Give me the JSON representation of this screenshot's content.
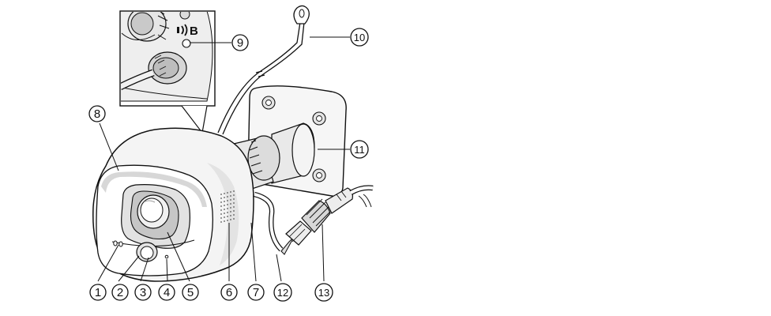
{
  "diagram": {
    "inset_badge_text": "B",
    "callouts": [
      {
        "id": "1",
        "label": "1"
      },
      {
        "id": "2",
        "label": "2"
      },
      {
        "id": "3",
        "label": "3"
      },
      {
        "id": "4",
        "label": "4"
      },
      {
        "id": "5",
        "label": "5"
      },
      {
        "id": "6",
        "label": "6"
      },
      {
        "id": "7",
        "label": "7"
      },
      {
        "id": "8",
        "label": "8"
      },
      {
        "id": "9",
        "label": "9"
      },
      {
        "id": "10",
        "label": "10"
      },
      {
        "id": "11",
        "label": "11"
      },
      {
        "id": "12",
        "label": "12"
      },
      {
        "id": "13",
        "label": "13"
      }
    ],
    "colors": {
      "line": "#111111",
      "housing": "#f3f3f3",
      "shade": "#d9d9d9",
      "dark": "#bdbdbd",
      "background": "#ffffff"
    }
  }
}
